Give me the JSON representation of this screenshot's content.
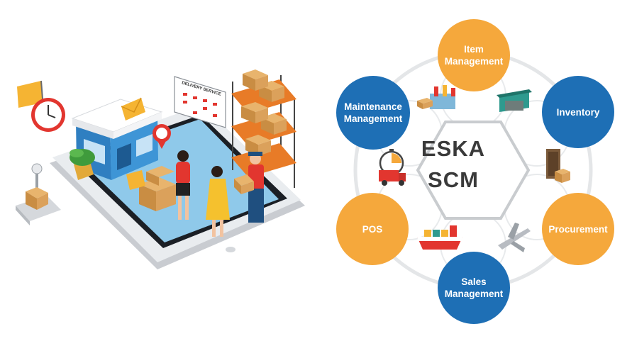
{
  "diagram": {
    "center": {
      "line1": "ESKA",
      "line2": "SCM"
    },
    "nodes": {
      "item_management": {
        "line1": "Item",
        "line2": "Management"
      },
      "inventory": {
        "line1": "Inventory"
      },
      "procurement": {
        "line1": "Procurement"
      },
      "sales_management": {
        "line1": "Sales",
        "line2": "Management"
      },
      "pos": {
        "line1": "POS"
      },
      "maintenance_management": {
        "line1": "Maintenance",
        "line2": "Management"
      }
    }
  },
  "illustration": {
    "calendar_title": "DELIVERY SERVICE"
  },
  "colors": {
    "orange": "#F5A83C",
    "blue": "#1E6FB5",
    "ring": "#E4E6E8",
    "hex_border": "#C9CCCF",
    "center_text": "#3A3A3A"
  }
}
